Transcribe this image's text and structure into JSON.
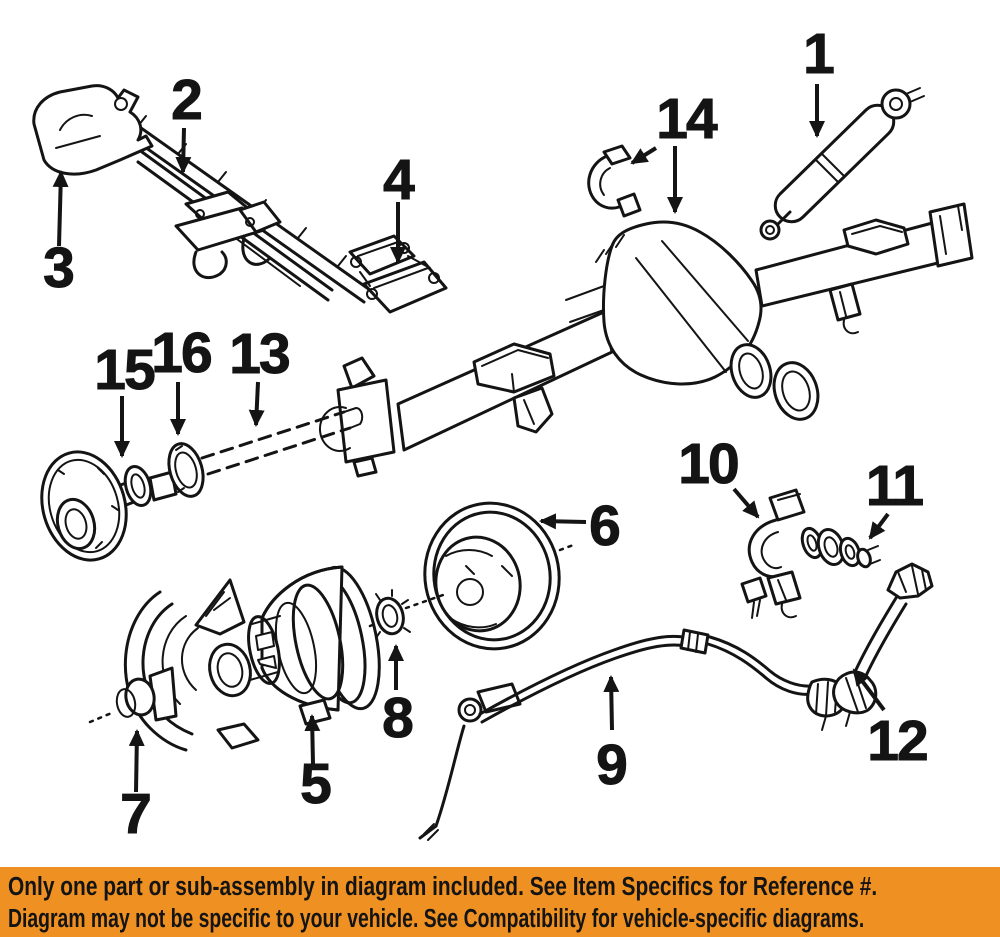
{
  "diagram": {
    "type": "exploded-parts-diagram",
    "subject": "rear axle / suspension assembly line art",
    "line_color": "#141414",
    "background": "#ffffff",
    "callouts": [
      "1",
      "2",
      "3",
      "4",
      "5",
      "6",
      "7",
      "8",
      "9",
      "10",
      "11",
      "12",
      "13",
      "14",
      "15",
      "16"
    ]
  },
  "footer": {
    "background": "#ef9022",
    "text_color": "#141414",
    "line1": "Only one part or sub-assembly in diagram included. See Item Specifics for Reference #.",
    "line2": "Diagram may not be specific to your vehicle. See Compatibility for vehicle-specific diagrams."
  }
}
